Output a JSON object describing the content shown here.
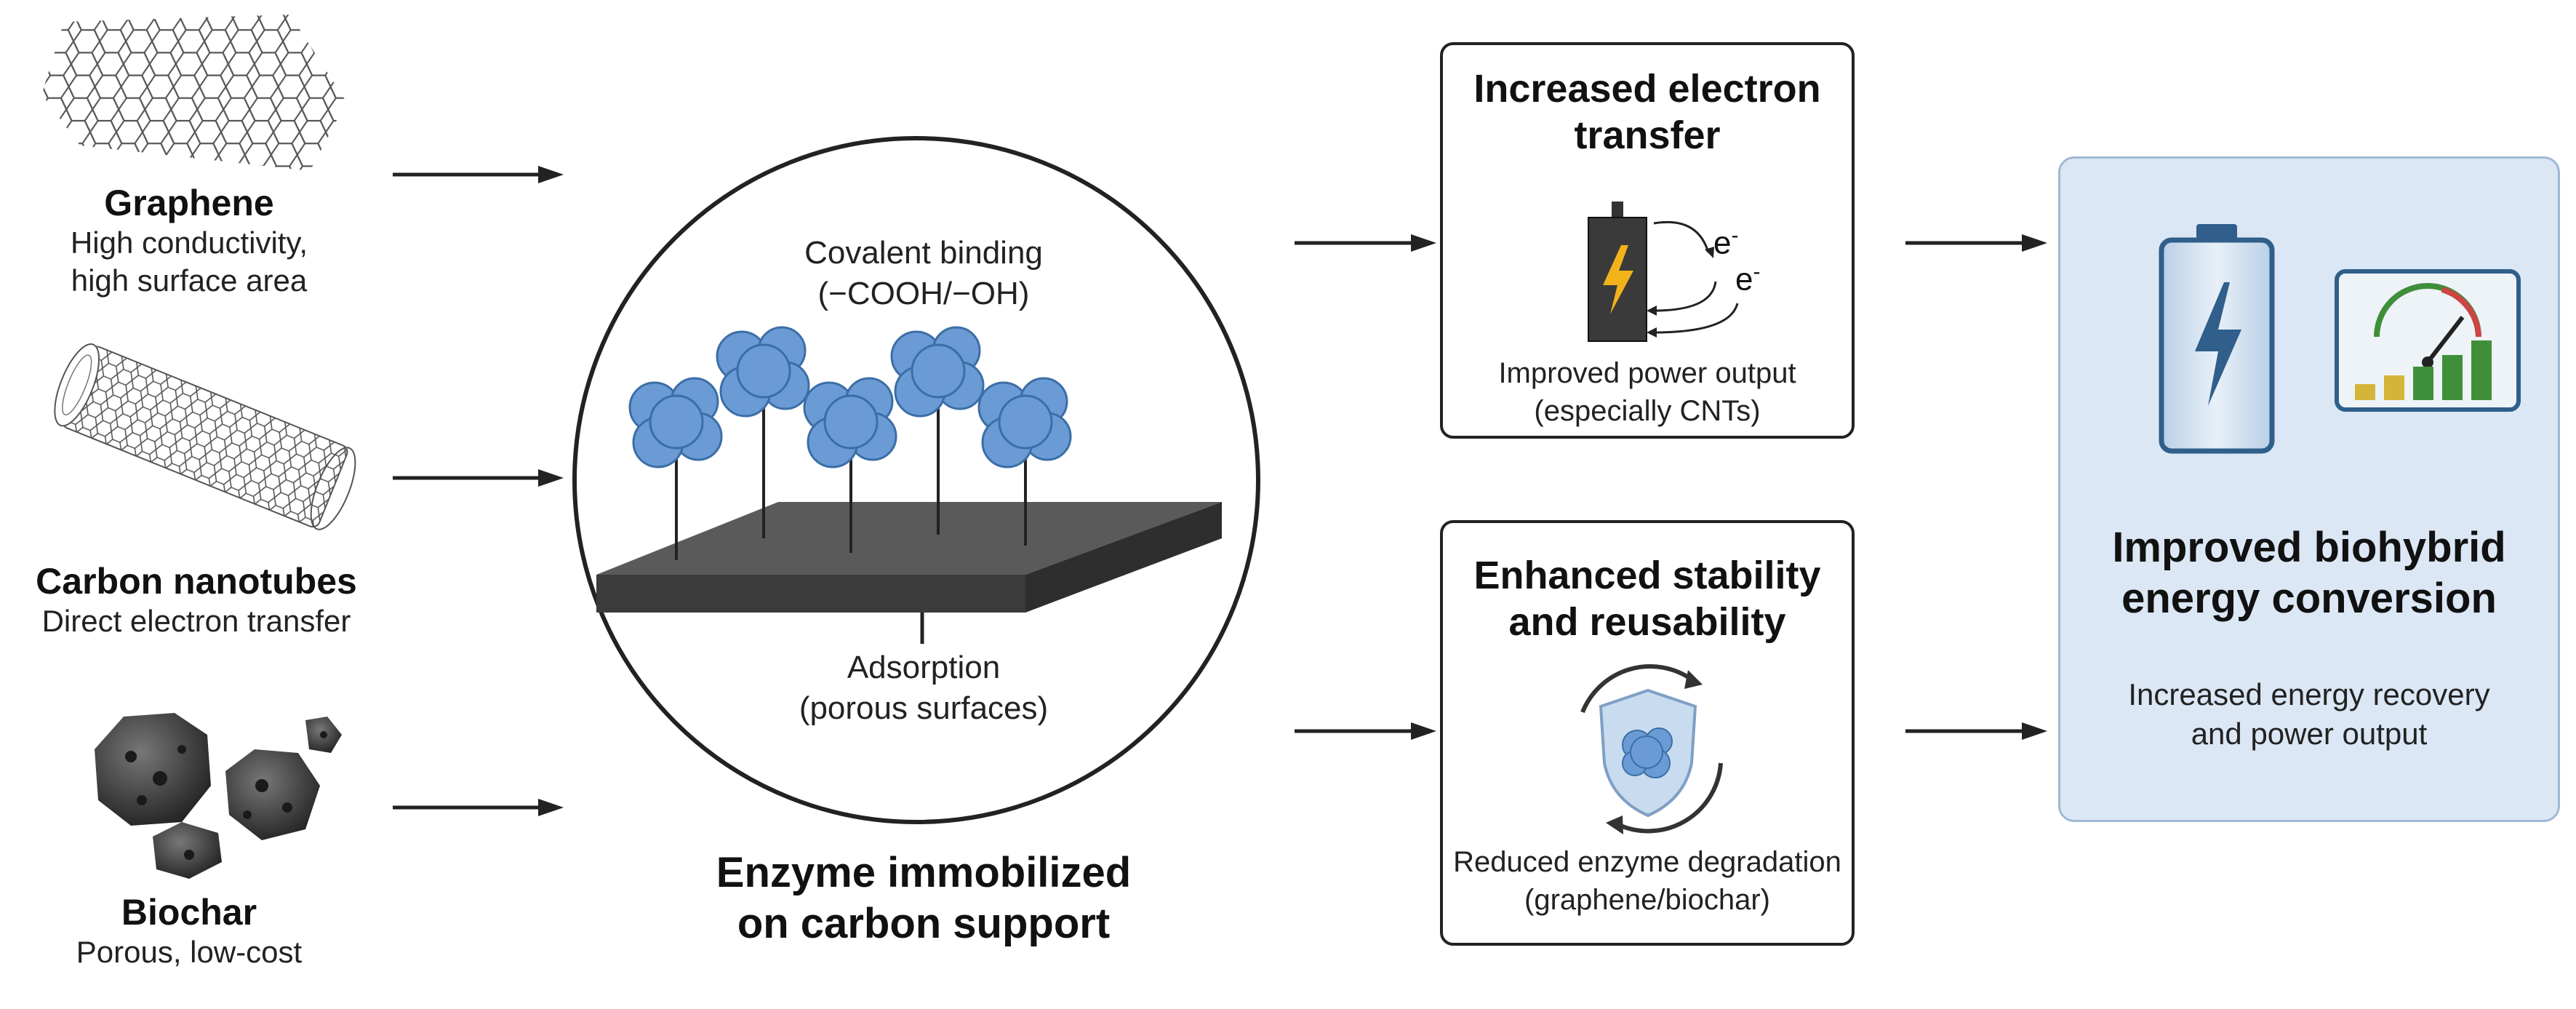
{
  "materials": [
    {
      "icon": "graphene-icon",
      "name": "Graphene",
      "desc": [
        "High conductivity,",
        "high surface area"
      ]
    },
    {
      "icon": "carbon-nanotube-icon",
      "name": "Carbon nanotubes",
      "desc": [
        "Direct electron transfer"
      ]
    },
    {
      "icon": "biochar-icon",
      "name": "Biochar",
      "desc": [
        "Porous, low-cost"
      ]
    }
  ],
  "immobilization": {
    "covalent_label": [
      "Covalent binding",
      "(−COOH/−OH)"
    ],
    "adsorption_label": [
      "Adsorption",
      "(porous surfaces)"
    ],
    "caption": [
      "Enzyme immobilized",
      "on carbon support"
    ]
  },
  "electron_box": {
    "title": [
      "Increased electron",
      "transfer"
    ],
    "electron_symbol": "e",
    "electron_charge": "-",
    "desc": [
      "Improved power output",
      "(especially CNTs)"
    ]
  },
  "stability_box": {
    "title": [
      "Enhanced stability",
      "and reusability"
    ],
    "desc": [
      "Reduced enzyme degradation",
      "(graphene/biochar)"
    ]
  },
  "result_box": {
    "title": [
      "Improved biohybrid",
      "energy conversion"
    ],
    "desc": [
      "Increased energy recovery",
      "and power output"
    ]
  },
  "colors": {
    "enzyme": "#6a9bd4",
    "result_bg": "#dbe7f4",
    "lightning": "#f2b21b",
    "gauge_green": "#3f8f3a",
    "gauge_yellow": "#d4b53a",
    "battery_blue": "#2f5f8a"
  }
}
